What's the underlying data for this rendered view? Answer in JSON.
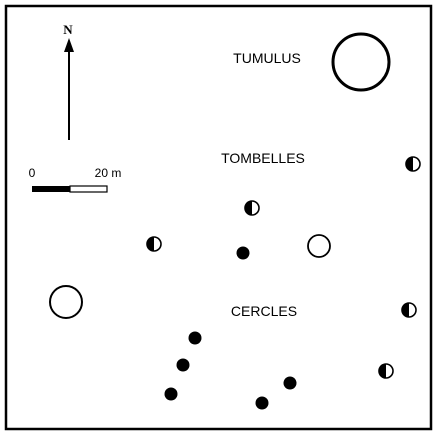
{
  "map": {
    "north_label": "N",
    "scale": {
      "start_label": "0",
      "end_label": "20 m"
    },
    "labels": {
      "tumulus": "TUMULUS",
      "tombelles": "TOMBELLES",
      "cercles": "CERCLES"
    }
  }
}
